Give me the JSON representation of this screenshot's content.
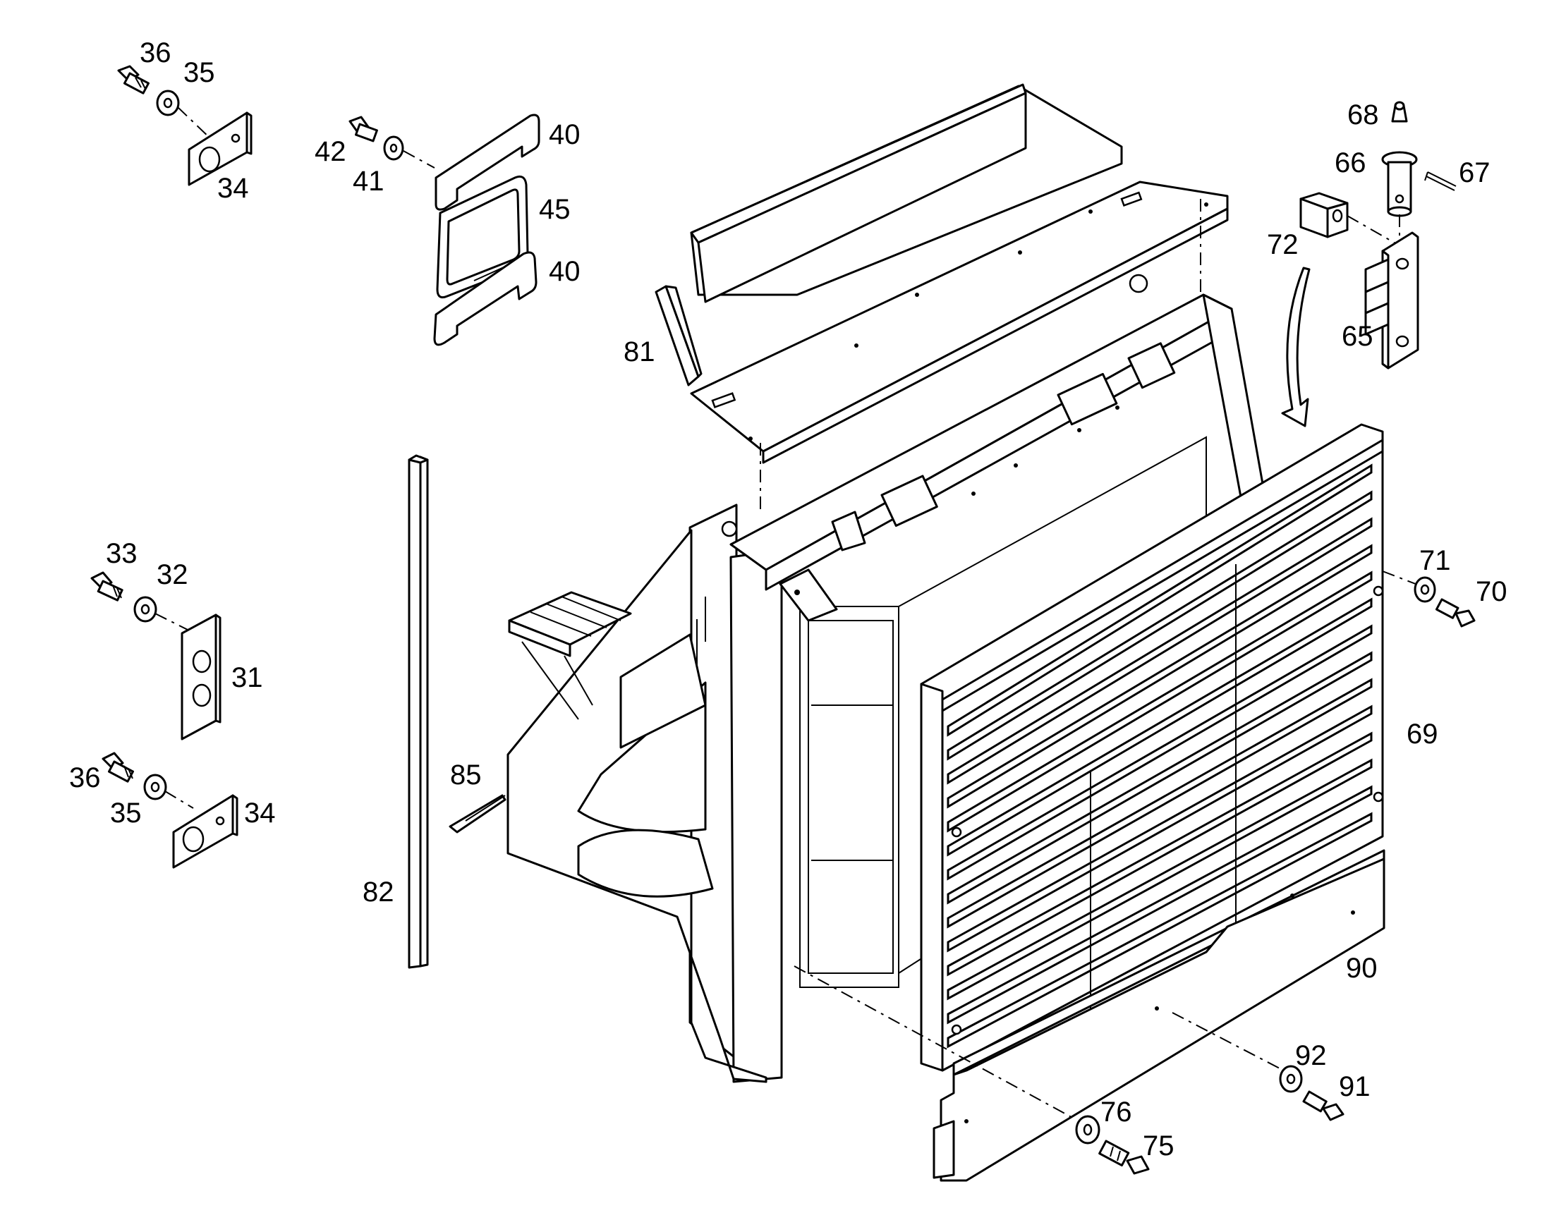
{
  "callouts": {
    "c36a": "36",
    "c35a": "35",
    "c34a": "34",
    "c42": "42",
    "c41": "41",
    "c40a": "40",
    "c45": "45",
    "c40b": "40",
    "c81": "81",
    "c82": "82",
    "c85": "85",
    "c33": "33",
    "c32": "32",
    "c31": "31",
    "c36b": "36",
    "c35b": "35",
    "c34b": "34",
    "c68": "68",
    "c66": "66",
    "c67": "67",
    "c72": "72",
    "c65": "65",
    "c71": "71",
    "c70": "70",
    "c69": "69",
    "c90": "90",
    "c92": "92",
    "c91": "91",
    "c76": "76",
    "c75": "75"
  }
}
